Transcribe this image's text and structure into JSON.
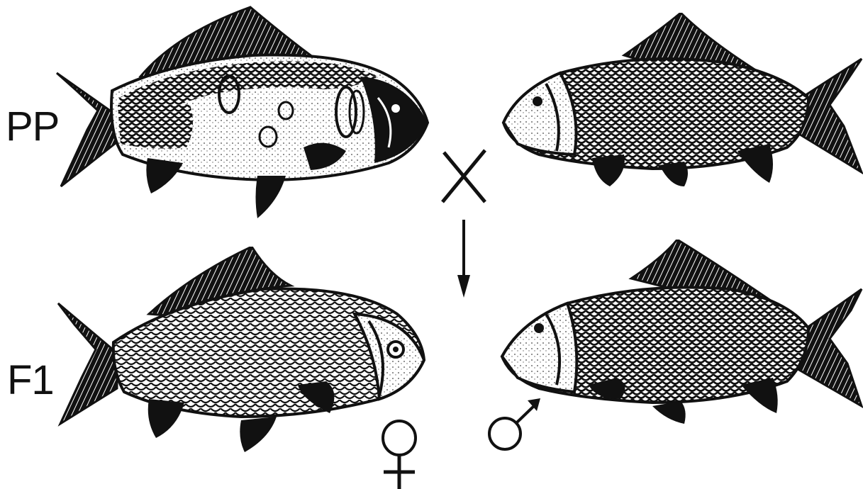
{
  "labels": {
    "parent_row": "PP",
    "offspring_row": "F1"
  },
  "symbols": {
    "cross": "cross-icon",
    "arrow": "down-arrow-icon",
    "female": "female-symbol-icon",
    "male": "male-symbol-icon"
  },
  "fish": [
    {
      "id": "parent-mirror-carp",
      "pattern": "mirror",
      "facing": "right"
    },
    {
      "id": "parent-scaled-carp",
      "pattern": "fully-scaled",
      "facing": "left"
    },
    {
      "id": "f1-female-carp",
      "pattern": "fully-scaled",
      "facing": "right"
    },
    {
      "id": "f1-male-carp",
      "pattern": "fully-scaled",
      "facing": "left"
    }
  ],
  "colors": {
    "ink": "#111111",
    "paper": "#ffffff"
  }
}
